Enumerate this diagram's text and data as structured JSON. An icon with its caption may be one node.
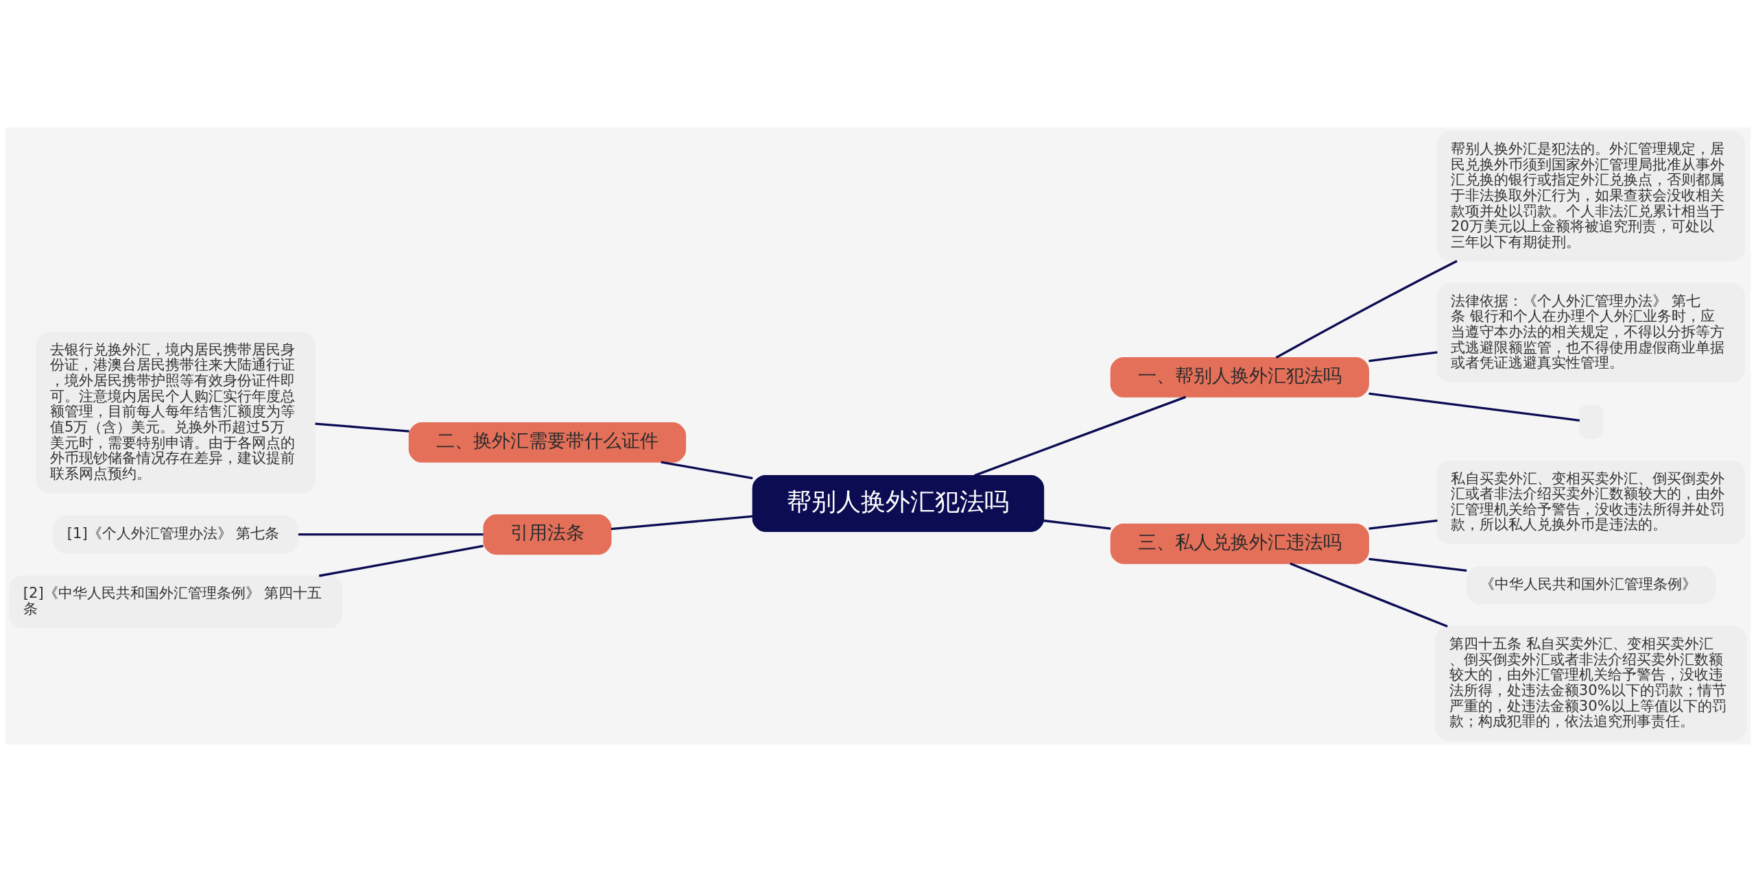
{
  "diagram": {
    "nodes": [
      {
        "text": [
          "帮别人换外汇犯法吗"
        ]
      },
      {
        "text": [
          "一、帮别人换外汇犯法吗"
        ]
      },
      {
        "text": [
          "帮别人换外汇是犯法的。外汇管理规定，居民兑换外币须到国家外汇管理局批准从事外汇兑换的银行或指定外汇兑换点，否则都属于非法换取外汇行为，如果查获会没收相关款项并处以罚款。个人非法汇兑累计相当于20万美元以上金额将被追究刑责，可处以三年以下有期徒刑。"
        ]
      },
      {
        "text": [
          "法律依据：《个人外汇管理办法》 第七条 银行和个人在办理个人外汇业务时，应当遵守本办法的相关规定，不得以分拆等方式逃避限额监管，也不得使用虚假商业单据或者凭证逃避真实性管理。"
        ]
      },
      {
        "text": [],
        "shape": "box"
      },
      {
        "text": [
          "二、换外汇需要带什么证件"
        ]
      },
      {
        "text": [
          "去银行兑换外汇，境内居民携带居民身份证，港澳台居民携带往来大陆通行证，境外居民携带护照等有效身份证件即可。注意境内居民个人购汇实行年度总额管理，目前每人每年结售汇额度为等值5万（含）美元。兑换外币超过5万美元时，需要特别申请。由于各网点的外币现钞储备情况存在差异，建议提前联系网点预约。"
        ]
      },
      {
        "text": [
          "引用法条"
        ]
      },
      {
        "text": [
          "[1]《个人外汇管理办法》 第七条"
        ]
      },
      {
        "text": [
          "[2]《中华人民共和国外汇管理条例》 第四十五条"
        ]
      },
      {
        "text": [
          "三、私人兑换外汇违法吗"
        ]
      },
      {
        "text": [
          "私自买卖外汇、变相买卖外汇、倒买倒卖外汇或者非法介绍买卖外汇数额较大的，由外汇管理机关给予警告，没收违法所得并处罚款，所以私人兑换外币是违法的。"
        ]
      },
      {
        "text": [
          "《中华人民共和国外汇管理条例》"
        ]
      },
      {
        "text": [
          "第四十五条 私自买卖外汇、变相买卖外汇、倒买倒卖外汇或者非法介绍买卖外汇数额较大的，由外汇管理机关给予警告，没收违法所得，处违法金额30%以下的罚款；情节严重的，处违法金额30%以上等值以下的罚款；构成犯罪的，依法追究刑事责任。"
        ]
      }
    ],
    "edges": [
      {
        "from": 0,
        "to": 1,
        "arrow": "none"
      },
      {
        "from": 1,
        "to": 2,
        "arrow": "none"
      },
      {
        "from": 1,
        "to": 3,
        "arrow": "none"
      },
      {
        "from": 1,
        "to": 4,
        "arrow": "none"
      },
      {
        "from": 5,
        "to": 0,
        "arrow": "none"
      },
      {
        "from": 6,
        "to": 5,
        "arrow": "none"
      },
      {
        "from": 7,
        "to": 0,
        "arrow": "none"
      },
      {
        "from": 8,
        "to": 7,
        "arrow": "none"
      },
      {
        "from": 9,
        "to": 7,
        "arrow": "none"
      },
      {
        "from": 0,
        "to": 10,
        "arrow": "none"
      },
      {
        "from": 10,
        "to": 11,
        "arrow": "none"
      },
      {
        "from": 10,
        "to": 12,
        "arrow": "none"
      },
      {
        "from": 10,
        "to": 13,
        "arrow": "none"
      }
    ]
  }
}
